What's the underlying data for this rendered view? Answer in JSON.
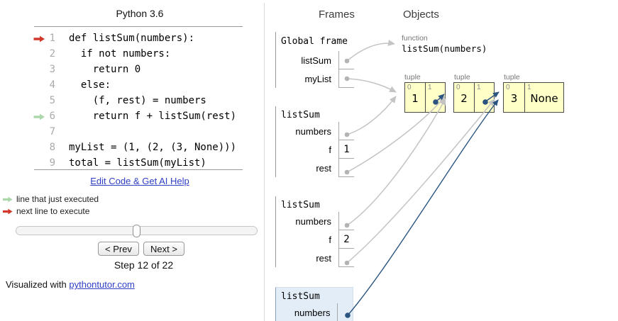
{
  "app": {
    "title": "Python 3.6",
    "footer_prefix": "Visualized with ",
    "footer_link": "pythontutor.com"
  },
  "code": {
    "lines": [
      {
        "num": "1",
        "text": "def listSum(numbers):",
        "marker": "next"
      },
      {
        "num": "2",
        "text": "  if not numbers:",
        "marker": ""
      },
      {
        "num": "3",
        "text": "    return 0",
        "marker": ""
      },
      {
        "num": "4",
        "text": "  else:",
        "marker": ""
      },
      {
        "num": "5",
        "text": "    (f, rest) = numbers",
        "marker": ""
      },
      {
        "num": "6",
        "text": "    return f + listSum(rest)",
        "marker": "just"
      },
      {
        "num": "7",
        "text": "",
        "marker": ""
      },
      {
        "num": "8",
        "text": "myList = (1, (2, (3, None)))",
        "marker": ""
      },
      {
        "num": "9",
        "text": "total = listSum(myList)",
        "marker": ""
      }
    ]
  },
  "controls": {
    "edit_link": "Edit Code & Get AI Help",
    "prev": "< Prev",
    "next": "Next >",
    "step": "Step 12 of 22"
  },
  "legend": {
    "just_executed": "line that just executed",
    "next_line": "next line to execute"
  },
  "panel": {
    "frames_header": "Frames",
    "objects_header": "Objects"
  },
  "frames": [
    {
      "title": "Global frame",
      "vars": [
        {
          "name": "listSum"
        },
        {
          "name": "myList"
        }
      ]
    },
    {
      "title": "listSum",
      "vars": [
        {
          "name": "numbers"
        },
        {
          "name": "f",
          "value": "1"
        },
        {
          "name": "rest"
        }
      ]
    },
    {
      "title": "listSum",
      "vars": [
        {
          "name": "numbers"
        },
        {
          "name": "f",
          "value": "2"
        },
        {
          "name": "rest"
        }
      ]
    },
    {
      "title": "listSum",
      "active": true,
      "vars": [
        {
          "name": "numbers"
        }
      ]
    }
  ],
  "objects": {
    "function": {
      "type_label": "function",
      "signature": "listSum(numbers)"
    },
    "tuples": [
      {
        "type_label": "tuple",
        "idx0": "0",
        "idx1": "1",
        "val0": "1",
        "val1": ""
      },
      {
        "type_label": "tuple",
        "idx0": "0",
        "idx1": "1",
        "val0": "2",
        "val1": ""
      },
      {
        "type_label": "tuple",
        "idx0": "0",
        "idx1": "1",
        "val0": "3",
        "val1": "None"
      }
    ]
  },
  "colors": {
    "next_arrow_red": "#d0392b",
    "just_arrow_green": "#abd7ab",
    "pointer_blue": "#2b5580",
    "pointer_gray": "#c4c4c4",
    "tuple_fill": "#ffffc8",
    "active_frame_bg": "#e3edf7",
    "link_blue": "#2f3fc6"
  }
}
